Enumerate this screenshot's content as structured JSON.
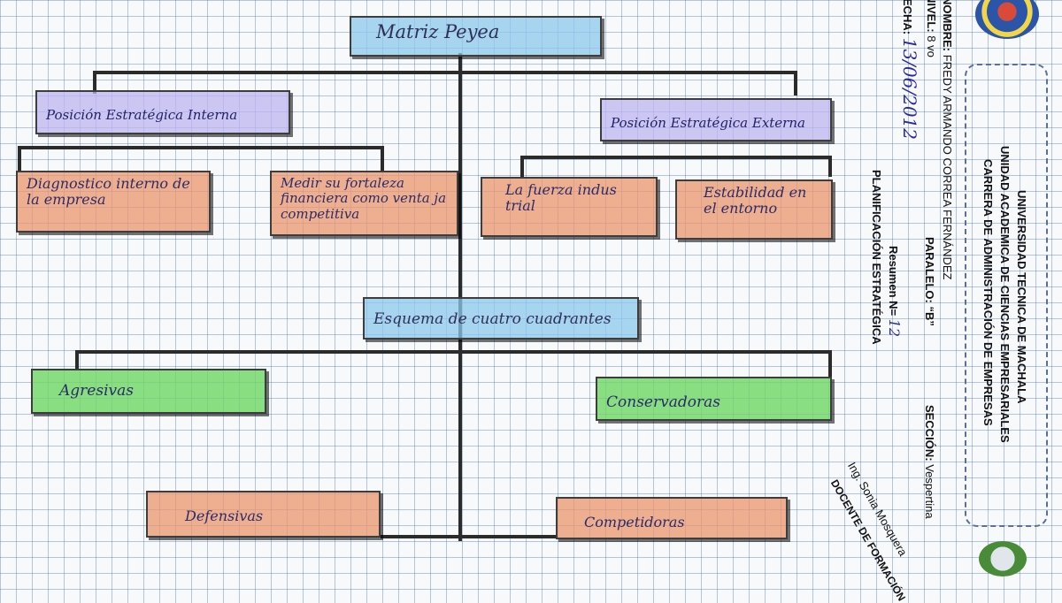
{
  "diagram": {
    "root": "Matriz Peyea",
    "branches": [
      {
        "label": "Posición Estratégica Interna",
        "children": [
          "Diagnostico interno de la empresa",
          "Medir su fortaleza financiera como venta ja competitiva"
        ]
      },
      {
        "label": "Posición Estratégica Externa",
        "children": [
          "La fuerza indus trial",
          "Estabilidad en el entorno"
        ]
      }
    ],
    "scheme": {
      "label": "Esquema de cuatro cuadrantes",
      "quadrants": [
        "Agresivas",
        "Conservadoras",
        "Defensivas",
        "Competidoras"
      ]
    }
  },
  "header": {
    "university": "UNIVERSIDAD TECNICA DE MACHALA",
    "unit": "UNIDAD ACADEMICA DE CIENCIAS EMPRESARIALES",
    "career": "CARRERA DE ADMINISTRACIÓN DE EMPRESAS",
    "name_label": "NOMBRE:",
    "name_value": "FREDY ARMANDO CORREA FERNÁNDEZ",
    "level_label": "NIVEL:",
    "level_value": "8 vo",
    "parallel_label": "PARALELO:",
    "parallel_value": "“B”",
    "date_label": "FECHA:",
    "date_value": "13/06/2012",
    "section_label": "SECCIÓN:",
    "section_value": "Vespertina",
    "summary_label": "Resumen N=",
    "summary_value": "12",
    "subject": "PLANIFICACIÓN ESTRATÉGICA",
    "teacher": "Ing. Sonia Mosquera",
    "teacher_role": "DOCENTE DE FORMACIÓN"
  },
  "colors": {
    "concept": "#8cc8eb",
    "position": "#beb4f0",
    "factor": "#eb966e",
    "strategy": "#6ed764",
    "ink": "#2b2b68"
  }
}
